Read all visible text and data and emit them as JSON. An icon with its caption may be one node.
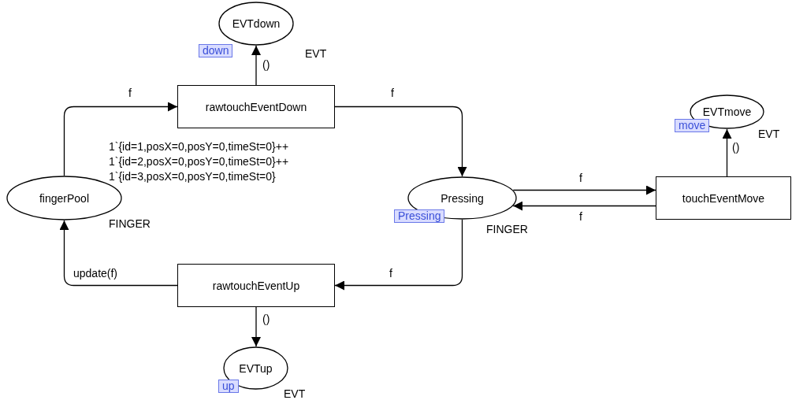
{
  "diagram": {
    "nodes": [
      {
        "text": [
          "EVTdown"
        ],
        "beside": [
          "down",
          "EVT"
        ]
      },
      {
        "text": [
          "rawtouchEventDown"
        ]
      },
      {
        "text": [
          "EVTmove"
        ],
        "beside": [
          "move",
          "EVT"
        ]
      },
      {
        "text": [
          "fingerPool"
        ],
        "beside": [
          "1`{id=1,posX=0,posY=0,timeSt=0}++ 1`{id=2,posX=0,posY=0,timeSt=0}++ 1`{id=3,posX=0,posY=0,timeSt=0}",
          "FINGER"
        ]
      },
      {
        "text": [
          "Pressing"
        ],
        "beside": [
          "Pressing",
          "FINGER"
        ]
      },
      {
        "text": [
          "touchEventMove"
        ]
      },
      {
        "text": [
          "rawtouchEventUp"
        ]
      },
      {
        "text": [
          "EVTup"
        ],
        "beside": [
          "up",
          "EVT"
        ]
      }
    ],
    "edges": [
      {
        "from": 1,
        "to": 0,
        "arrow": "to",
        "label": "()"
      },
      {
        "from": 3,
        "to": 1,
        "arrow": "to",
        "label": "f"
      },
      {
        "from": 1,
        "to": 4,
        "arrow": "to",
        "label": "f"
      },
      {
        "from": 4,
        "to": 5,
        "arrow": "to",
        "label": "f"
      },
      {
        "from": 5,
        "to": 4,
        "arrow": "to",
        "label": "f"
      },
      {
        "from": 5,
        "to": 2,
        "arrow": "to",
        "label": "()"
      },
      {
        "from": 4,
        "to": 6,
        "arrow": "to",
        "label": "f"
      },
      {
        "from": 6,
        "to": 3,
        "arrow": "to",
        "label": "update(f)"
      },
      {
        "from": 6,
        "to": 7,
        "arrow": "to",
        "label": "()"
      }
    ]
  }
}
